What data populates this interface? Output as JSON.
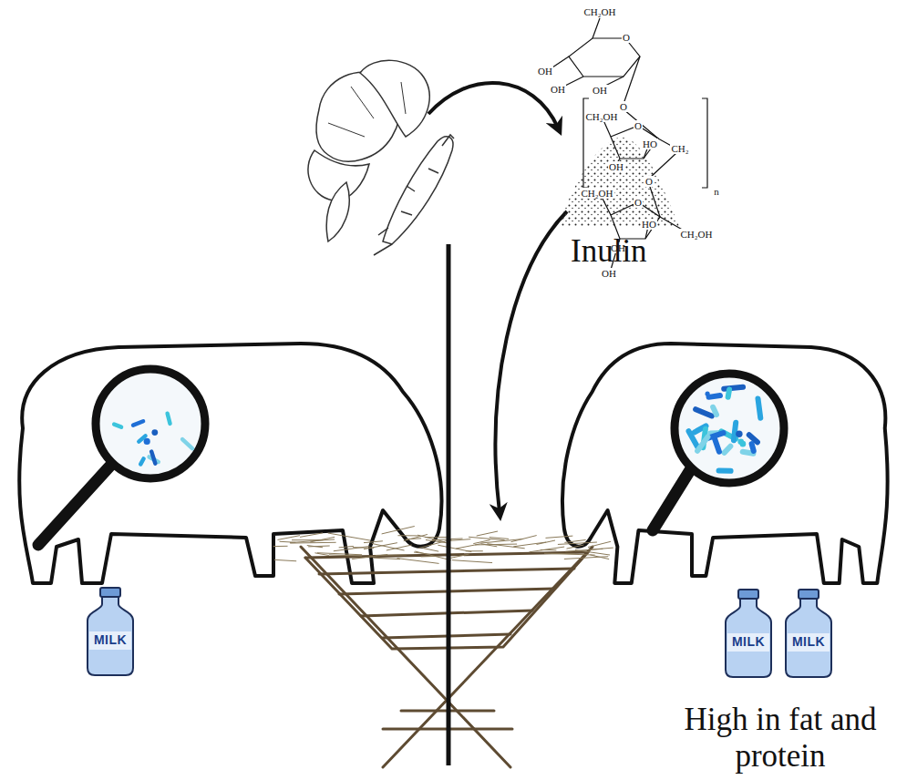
{
  "diagram": {
    "nodes": [
      {
        "text": [
          "MILK"
        ]
      },
      {
        "text": [
          "MILK"
        ]
      },
      {
        "text": [
          "MILK"
        ]
      }
    ],
    "labels": [
      "CH₂OH",
      "O",
      "OH",
      "OH",
      "OH",
      "O",
      "CH₂OH",
      "O",
      "HO",
      "CH₂",
      "OH",
      "O",
      "n",
      "CH₂OH",
      "O",
      "HO",
      "CH₂OH",
      "OH",
      "OH",
      "Inulin",
      "High in fat and protein"
    ]
  }
}
